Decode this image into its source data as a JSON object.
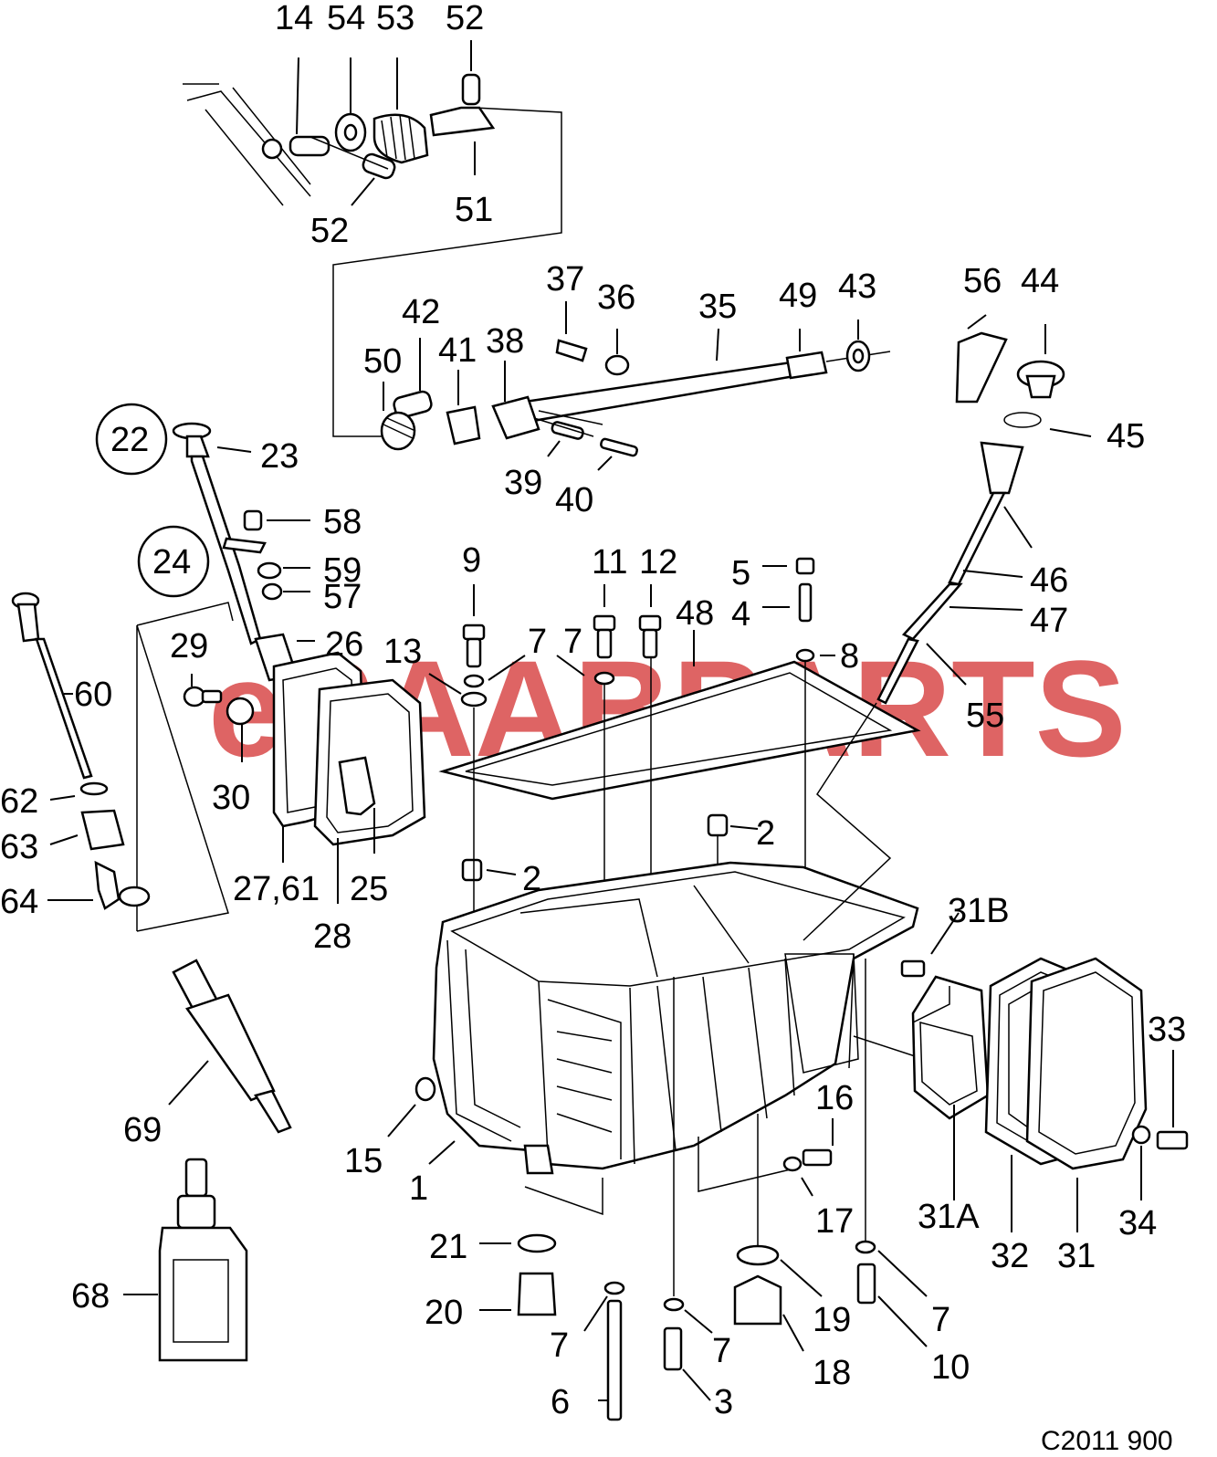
{
  "watermark": "eSAABPARTS",
  "drawing_code": "C2011 900",
  "callouts": [
    "14",
    "54",
    "53",
    "52",
    "52",
    "51",
    "37",
    "36",
    "35",
    "49",
    "43",
    "56",
    "44",
    "42",
    "41",
    "38",
    "50",
    "45",
    "39",
    "40",
    "23",
    "22",
    "58",
    "24",
    "59",
    "57",
    "9",
    "11",
    "12",
    "5",
    "4",
    "46",
    "47",
    "26",
    "29",
    "13",
    "7",
    "7",
    "48",
    "8",
    "60",
    "30",
    "55",
    "62",
    "63",
    "27,61",
    "25",
    "2",
    "2",
    "64",
    "28",
    "31B",
    "33",
    "69",
    "16",
    "15",
    "1",
    "31A",
    "32",
    "31",
    "34",
    "21",
    "17",
    "20",
    "19",
    "7",
    "7",
    "68",
    "7",
    "10",
    "18",
    "6",
    "3"
  ]
}
